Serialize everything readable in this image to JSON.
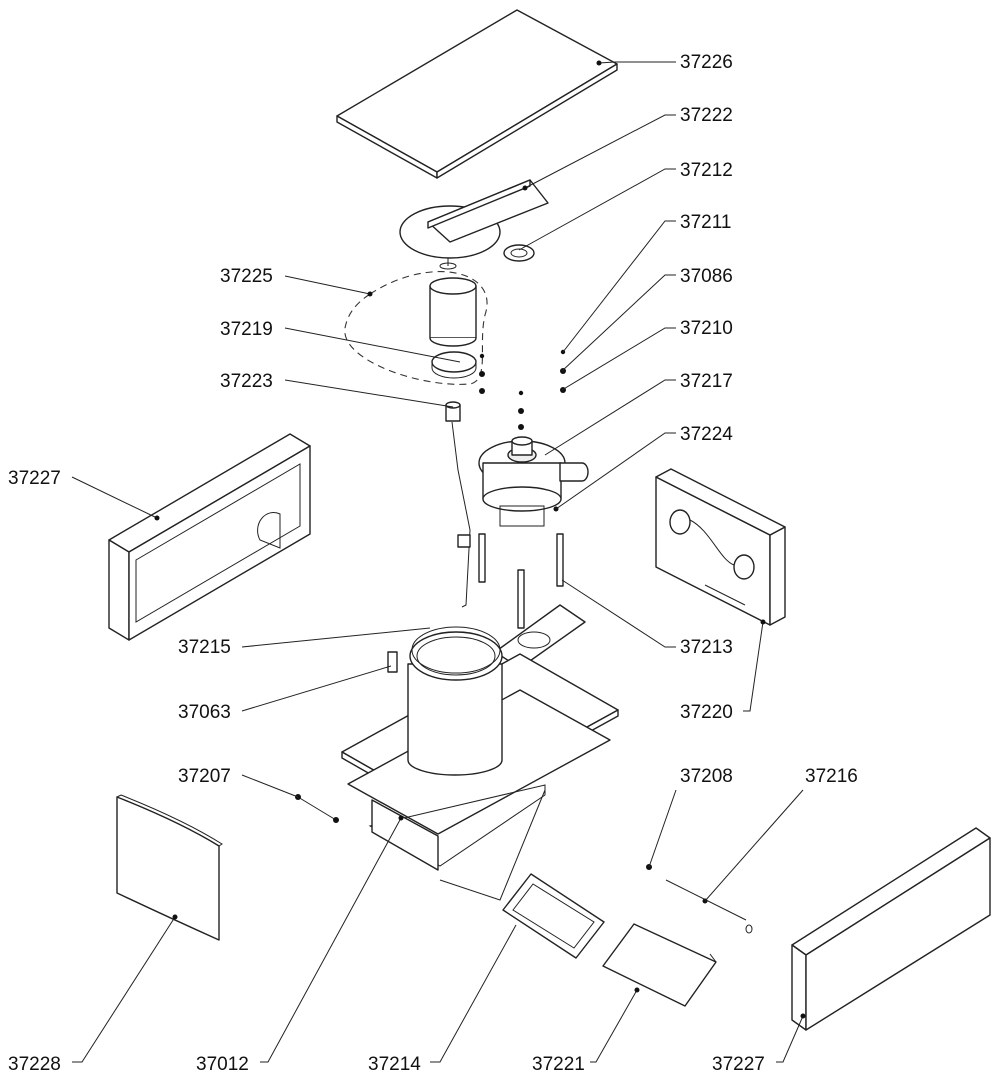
{
  "callouts": [
    {
      "id": "c-37226",
      "text": "37226"
    },
    {
      "id": "c-37222",
      "text": "37222"
    },
    {
      "id": "c-37212",
      "text": "37212"
    },
    {
      "id": "c-37211",
      "text": "37211"
    },
    {
      "id": "c-37086",
      "text": "37086"
    },
    {
      "id": "c-37210",
      "text": "37210"
    },
    {
      "id": "c-37217",
      "text": "37217"
    },
    {
      "id": "c-37224",
      "text": "37224"
    },
    {
      "id": "c-37225",
      "text": "37225"
    },
    {
      "id": "c-37219",
      "text": "37219"
    },
    {
      "id": "c-37223",
      "text": "37223"
    },
    {
      "id": "c-37227a",
      "text": "37227"
    },
    {
      "id": "c-37215",
      "text": "37215"
    },
    {
      "id": "c-37063",
      "text": "37063"
    },
    {
      "id": "c-37213",
      "text": "37213"
    },
    {
      "id": "c-37220",
      "text": "37220"
    },
    {
      "id": "c-37207",
      "text": "37207"
    },
    {
      "id": "c-37208",
      "text": "37208"
    },
    {
      "id": "c-37216",
      "text": "37216"
    },
    {
      "id": "c-37228",
      "text": "37228"
    },
    {
      "id": "c-37012",
      "text": "37012"
    },
    {
      "id": "c-37214",
      "text": "37214"
    },
    {
      "id": "c-37221",
      "text": "37221"
    },
    {
      "id": "c-37227b",
      "text": "37227"
    }
  ]
}
